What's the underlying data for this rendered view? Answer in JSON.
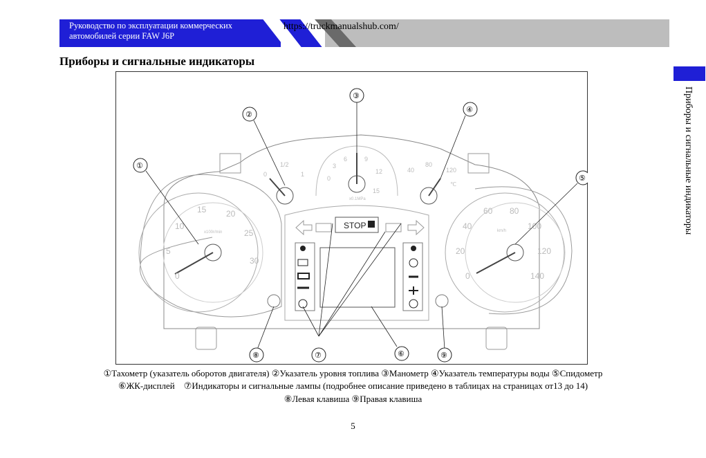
{
  "header": {
    "manual_title_line1": "Руководство по эксплуатации коммерческих",
    "manual_title_line2": "автомобилей серии FAW J6P",
    "url": "https://truckmanualshub.com/"
  },
  "page_title": "Приборы и сигнальные индикаторы",
  "side_tab_label": "Приборы и сигнальные индикаторы",
  "figure": {
    "callouts": [
      "①",
      "②",
      "③",
      "④",
      "⑤",
      "⑥",
      "⑦",
      "⑧",
      "⑨"
    ],
    "tachometer": {
      "ticks": [
        "0",
        "5",
        "10",
        "15",
        "20",
        "25",
        "30"
      ],
      "unit": "x100r/min"
    },
    "fuel": {
      "ticks": [
        "0",
        "1/2",
        "1"
      ]
    },
    "pressure": {
      "ticks": [
        "0",
        "3",
        "6",
        "9",
        "12",
        "15"
      ],
      "unit": "x0.1MPa"
    },
    "temperature": {
      "ticks": [
        "40",
        "80",
        "120"
      ],
      "unit": "℃"
    },
    "speedometer": {
      "ticks": [
        "0",
        "20",
        "40",
        "60",
        "80",
        "100",
        "120",
        "140"
      ],
      "unit": "km/h"
    },
    "stop_label": "STOP"
  },
  "caption": {
    "line1": "①Тахометр (указатель оборотов двигателя) ②Указатель уровня топлива ③Манометр ④Указатель температуры воды ⑤Спидометр",
    "line2": "⑥ЖК-дисплей    ⑦Индикаторы и сигнальные лампы (подробнее описание приведено в таблицах на страницах от13 до 14)",
    "line3": "⑧Левая клавиша ⑨Правая клавиша"
  },
  "page_number": "5",
  "colors": {
    "accent_blue": "#1f1fd6",
    "header_grey": "#bdbdbd"
  }
}
